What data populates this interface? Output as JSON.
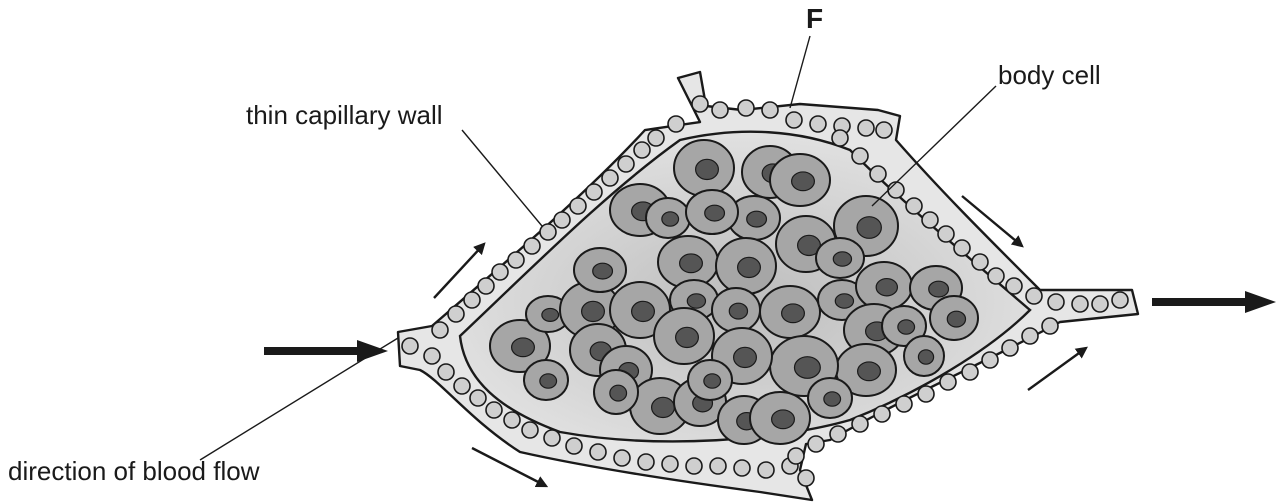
{
  "labels": {
    "F": "F",
    "body_cell": "body cell",
    "thin_capillary_wall": "thin capillary wall",
    "direction_of_blood_flow": "direction of blood flow"
  },
  "colors": {
    "capillary_fill": "#e6e6e6",
    "inner_space": "#d9d9d9",
    "cell_fill": "#a6a6a6",
    "nucleus_fill": "#555555",
    "blood_cell_fill": "#cfcfcf",
    "outline": "#1a1a1a",
    "arrow": "#1a1a1a"
  }
}
